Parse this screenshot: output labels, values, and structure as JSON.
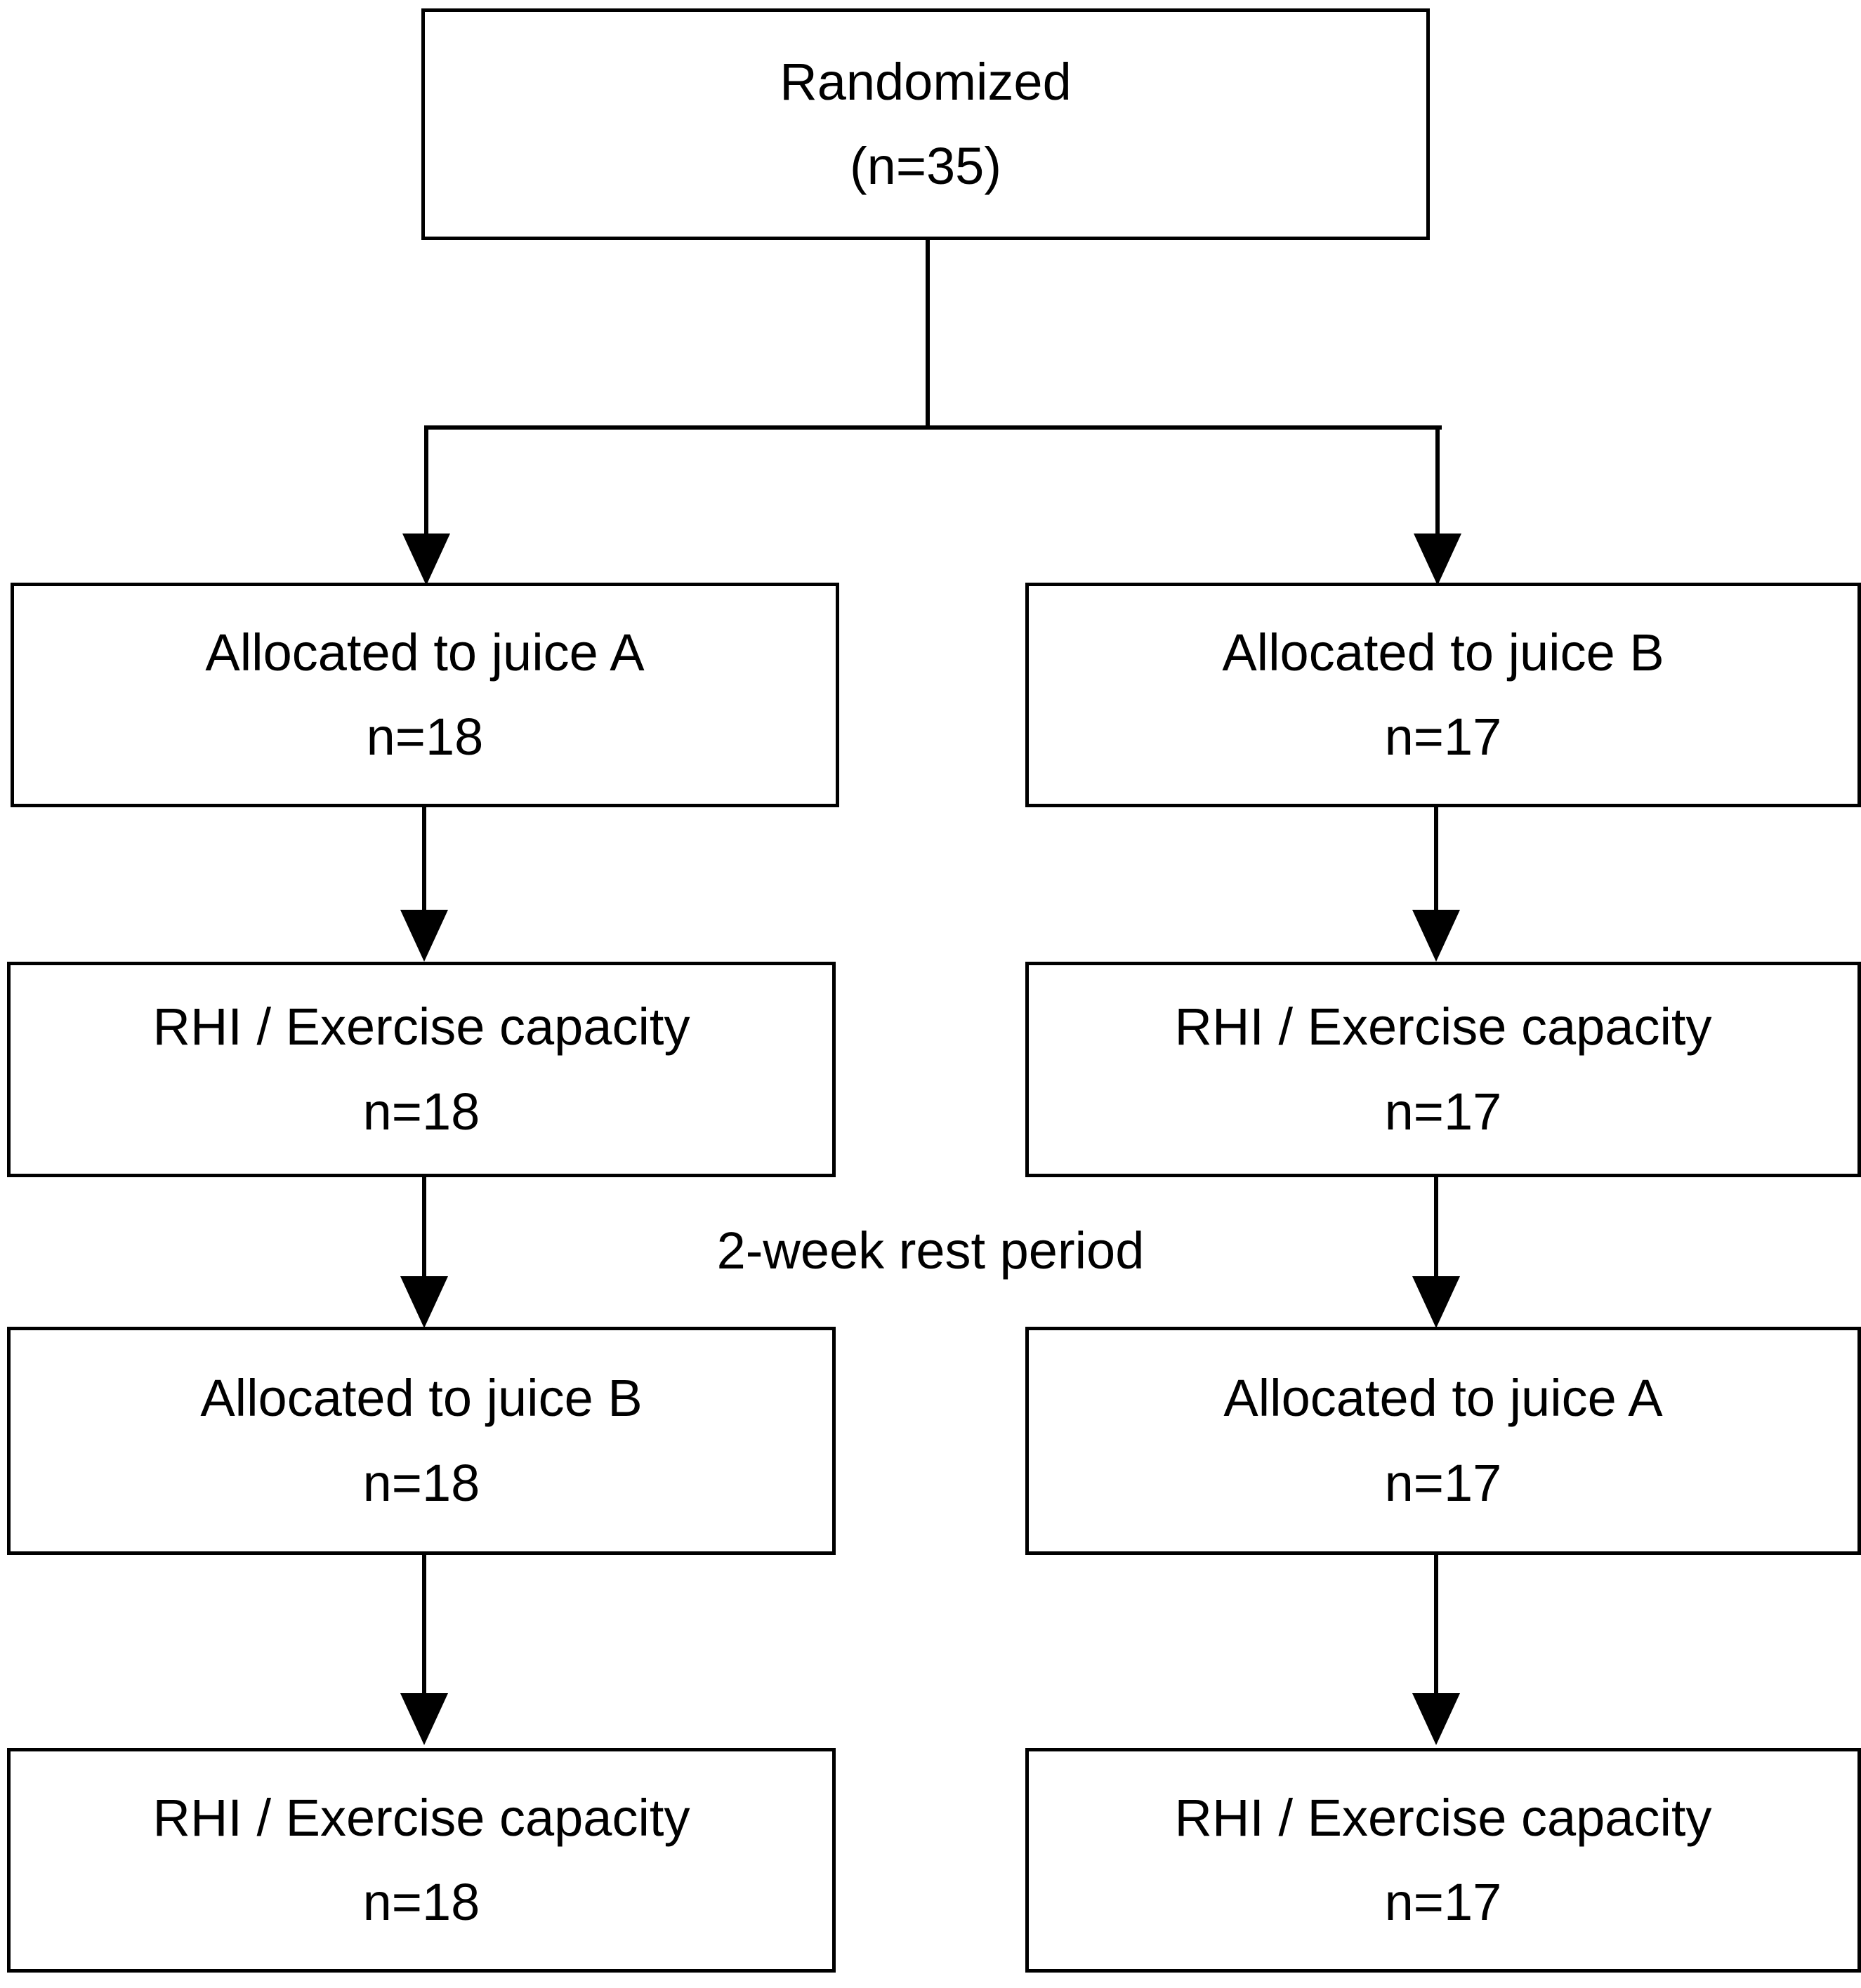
{
  "diagram": {
    "type": "crossover-trial-consort-flow",
    "nodes": {
      "randomized": {
        "line1": "Randomized",
        "line2": "(n=35)"
      },
      "r2_left": {
        "line1": "Allocated to juice A",
        "line2": "n=18"
      },
      "r2_right": {
        "line1": "Allocated to juice B",
        "line2": "n=17"
      },
      "r3_left": {
        "line1": "RHI / Exercise capacity",
        "line2": "n=18"
      },
      "r3_right": {
        "line1": "RHI / Exercise capacity",
        "line2": "n=17"
      },
      "r4_left": {
        "line1": "Allocated to juice B",
        "line2": "n=18"
      },
      "r4_right": {
        "line1": "Allocated to juice A",
        "line2": "n=17"
      },
      "r5_left": {
        "line1": "RHI / Exercise capacity",
        "line2": "n=18"
      },
      "r5_right": {
        "line1": "RHI / Exercise capacity",
        "line2": "n=17"
      }
    },
    "labels": {
      "rest_period": "2-week rest period"
    },
    "colors": {
      "stroke": "#000000",
      "fill": "#ffffff",
      "text": "#000000"
    }
  }
}
